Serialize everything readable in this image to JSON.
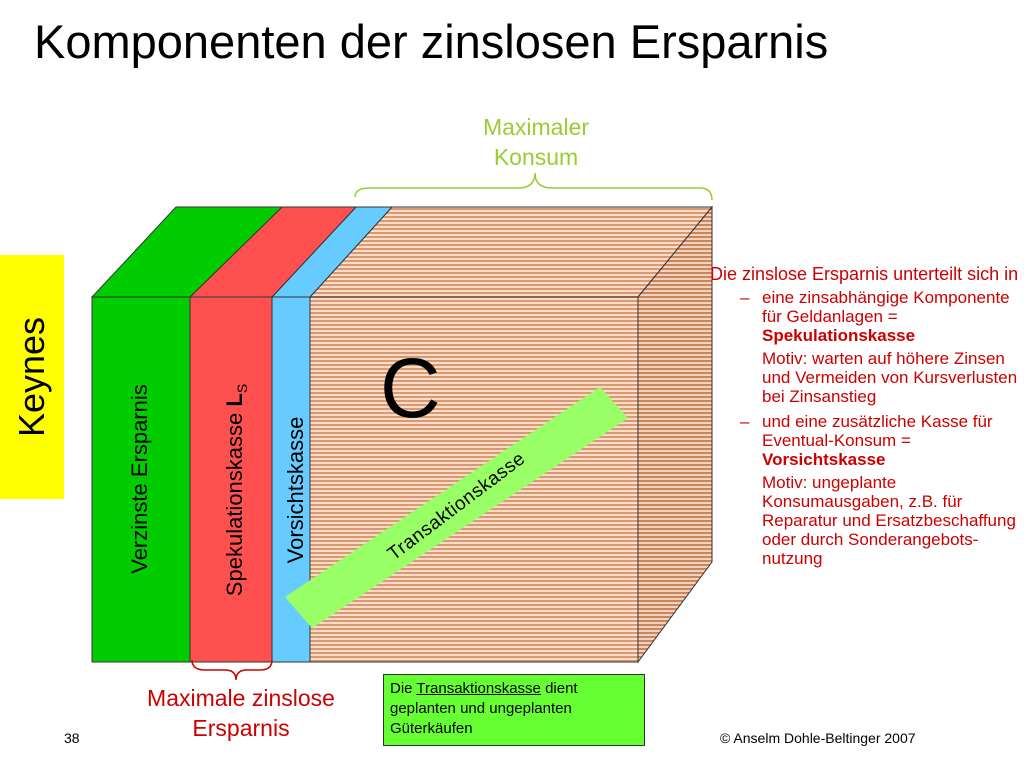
{
  "title": "Komponenten der zinslosen Ersparnis",
  "keynes": "Keynes",
  "brace_top_label": [
    "Maximaler",
    "Konsum"
  ],
  "brace_bottom_label": [
    "Maximale zinslose",
    "Ersparnis"
  ],
  "box_labels": {
    "verzinste": "Verzinste Ersparnis",
    "spekulation": "Spekulationskasse",
    "spekulation_symbol": "L",
    "spekulation_subscript": "S",
    "vorsicht": "Vorsichtskasse",
    "consumption_letter": "C",
    "transaktion": "Transaktionskasse"
  },
  "right_panel": {
    "intro": "Die zinslose Ersparnis unterteilt sich in",
    "dash": "–",
    "item1_text": "eine zinsabhängige Komponente für Geldanlagen =",
    "item1_bold": "Spekulationskasse",
    "item1_motiv": "Motiv: warten auf höhere Zinsen und Vermeiden von Kursverlusten bei Zinsanstieg",
    "item2_text": "und eine zusätzliche Kasse für Eventual-Konsum =",
    "item2_bold": "Vorsichtskasse",
    "item2_motiv": "Motiv: ungeplante Konsumausgaben, z.B. für Reparatur und Ersatzbeschaffung oder durch Sonderangebots-nutzung"
  },
  "note": {
    "pre": "Die ",
    "underlined": "Transaktionskasse",
    "post": " dient geplanten und ungeplanten Güterkäufen"
  },
  "page_number": "38",
  "copyright": "© Anselm Dohle-Beltinger 2007",
  "colors": {
    "keynes_bg": "#ffff00",
    "green_slab": "#00cc00",
    "red_slab": "#ff5050",
    "blue_slab": "#66ccff",
    "brown_stripes": "#d99a73",
    "note_bg": "#66ff33",
    "diagonal_bar": "#99ff66",
    "red_text": "#cc0000",
    "green_text": "#99cc33"
  }
}
